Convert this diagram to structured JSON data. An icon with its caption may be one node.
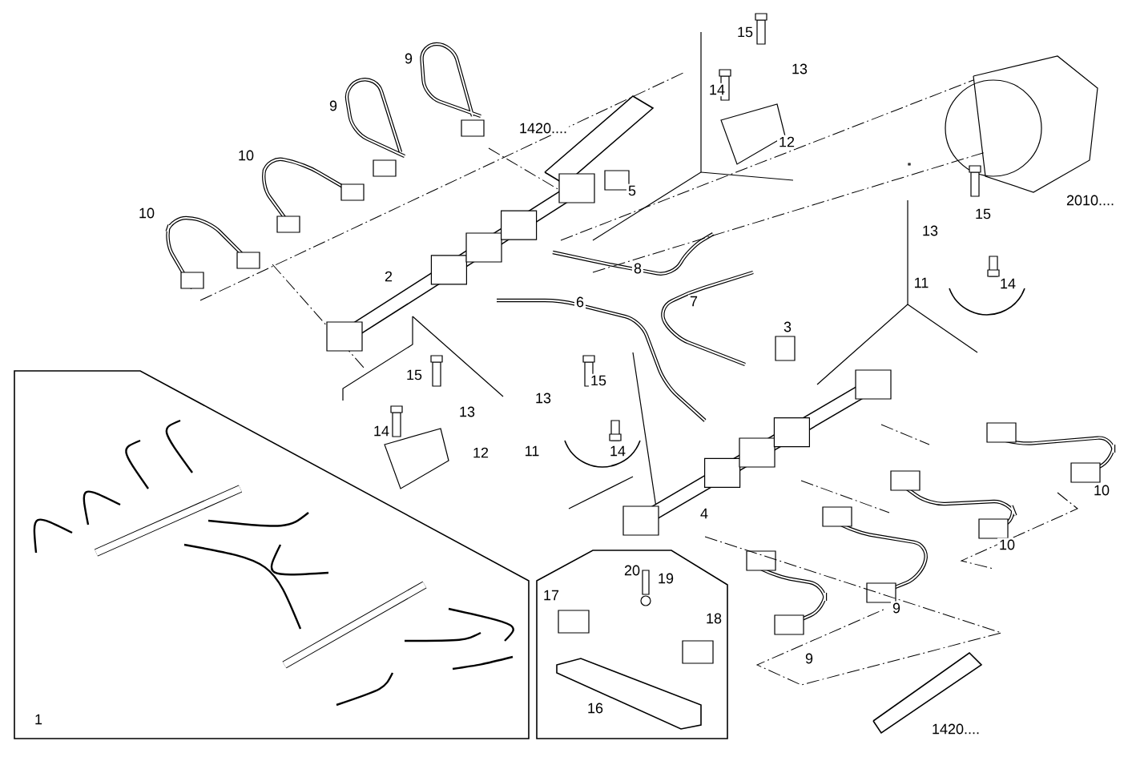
{
  "diagram": {
    "labels": [
      "9",
      "15",
      "13",
      "14",
      "9",
      "1420....",
      "12",
      "10",
      "5",
      "15",
      "10",
      "2010....",
      "13",
      "8",
      "2",
      "11",
      "14",
      "7",
      "6",
      "3",
      "15",
      "15",
      "13",
      "13",
      "14",
      "12",
      "11",
      "14",
      "10",
      "4",
      "10",
      "20",
      "19",
      "17",
      "9",
      "18",
      "9",
      "16",
      "1",
      "1420...."
    ]
  }
}
